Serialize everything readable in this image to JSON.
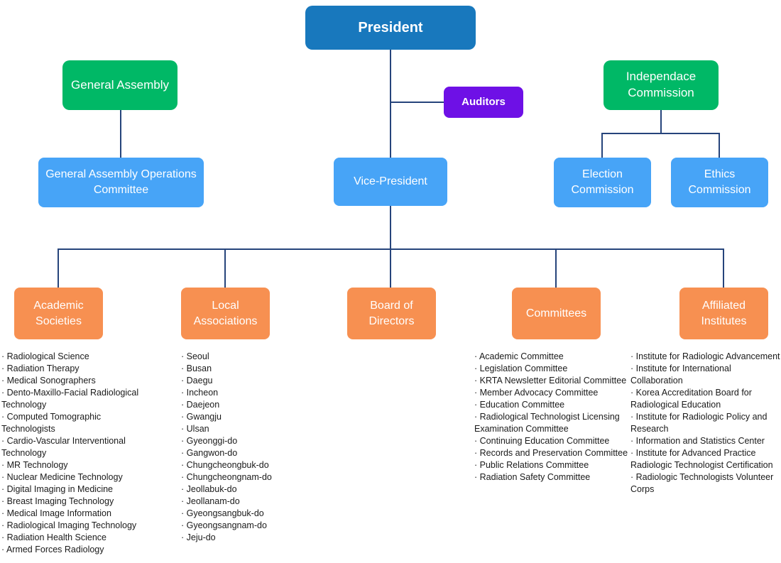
{
  "title": "Organization Chart",
  "colors": {
    "president_blue": "#1878bd",
    "green": "#00b866",
    "purple": "#6e10e6",
    "light_blue": "#47a4f7",
    "orange": "#f79051",
    "connector": "#26447b"
  },
  "nodes": {
    "president": {
      "label": "President"
    },
    "general_assembly": {
      "label": "General Assembly"
    },
    "auditors": {
      "label": "Auditors"
    },
    "independence_commission": {
      "label": "Independace Commission"
    },
    "ga_operations_committee": {
      "label": "General Assembly Operations Committee"
    },
    "vice_president": {
      "label": "Vice-President"
    },
    "election_commission": {
      "label": "Election Commission"
    },
    "ethics_commission": {
      "label": "Ethics Commission"
    },
    "academic_societies": {
      "label": "Academic Societies"
    },
    "local_associations": {
      "label": "Local Associations"
    },
    "board_of_directors": {
      "label": "Board of Directors"
    },
    "committees": {
      "label": "Committees"
    },
    "affiliated_institutes": {
      "label": "Affiliated Institutes"
    }
  },
  "lists": {
    "academic_societies": [
      "Radiological Science",
      "Radiation Therapy",
      "Medical Sonographers",
      "Dento-Maxillo-Facial Radiological Technology",
      "Computed Tomographic Technologists",
      "Cardio-Vascular Interventional Technology",
      "MR Technology",
      "Nuclear Medicine Technology",
      "Digital Imaging in Medicine",
      "Breast Imaging Technology",
      "Medical Image Information",
      "Radiological Imaging Technology",
      "Radiation Health Science",
      "Armed Forces Radiology"
    ],
    "local_associations": [
      "Seoul",
      "Busan",
      "Daegu",
      "Incheon",
      "Daejeon",
      "Gwangju",
      "Ulsan",
      "Gyeonggi-do",
      "Gangwon-do",
      "Chungcheongbuk-do",
      "Chungcheongnam-do",
      "Jeollabuk-do",
      "Jeollanam-do",
      "Gyeongsangbuk-do",
      "Gyeongsangnam-do",
      "Jeju-do"
    ],
    "committees": [
      "Academic Committee",
      "Legislation Committee",
      "KRTA Newsletter Editorial Committee",
      "Member Advocacy Committee",
      "Education Committee",
      "Radiological Technologist Licensing Examination Committee",
      "Continuing Education Committee",
      "Records and Preservation Committee",
      "Public Relations Committee",
      "Radiation Safety Committee"
    ],
    "affiliated_institutes": [
      "Institute for Radiologic Advancement",
      "Institute for International Collaboration",
      "Korea Accreditation Board for Radiological Education",
      "Institute for Radiologic Policy and Research",
      "Information and Statistics Center",
      "Institute for Advanced Practice Radiologic Technologist Certification",
      "Radiologic Technologists Volunteer Corps"
    ]
  }
}
